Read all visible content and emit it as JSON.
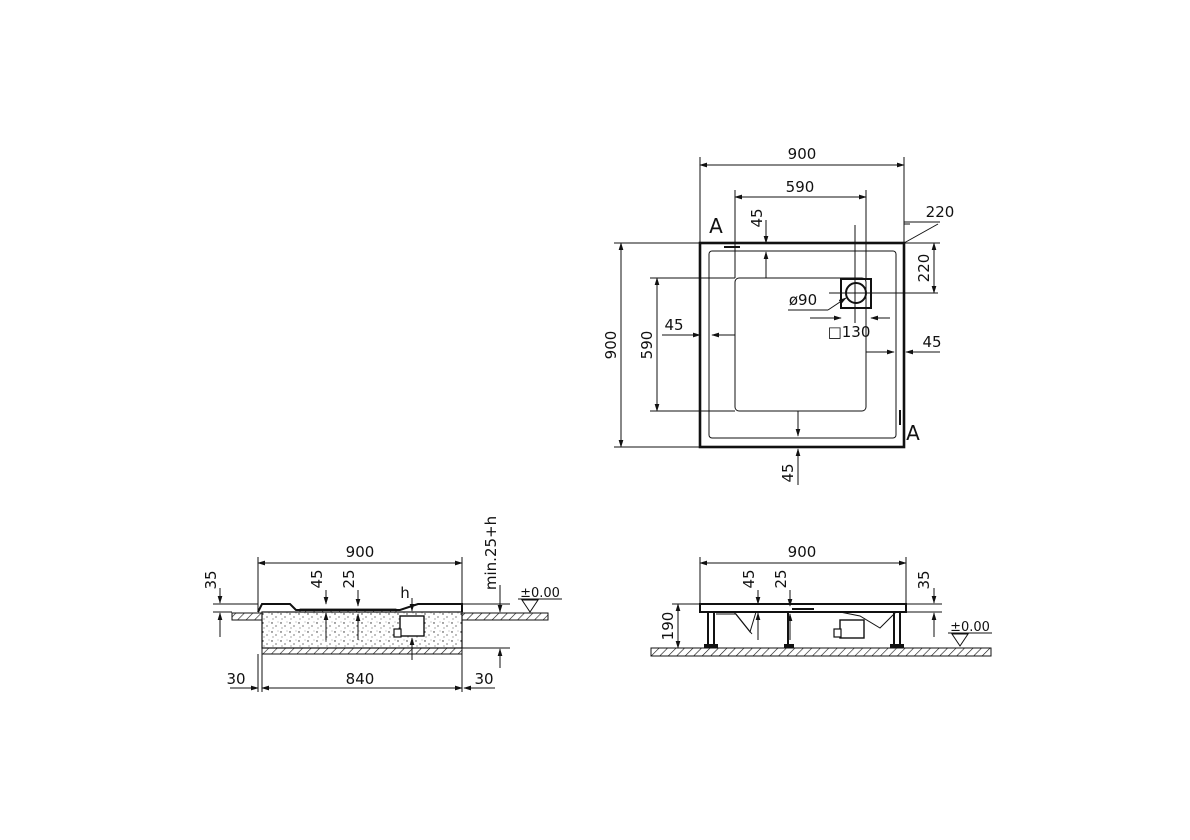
{
  "plan": {
    "overall_width": "900",
    "overall_depth": "900",
    "inner_width": "590",
    "inner_depth": "590",
    "rim_top": "45",
    "rim_left": "45",
    "rim_right": "45",
    "rim_bottom": "45",
    "drain_offset_x": "220",
    "drain_offset_y": "220",
    "drain_diameter": "ø90",
    "drain_box": "□130",
    "section_mark_top": "A",
    "section_mark_bottom": "A"
  },
  "section_installed": {
    "overall_width": "900",
    "rim": "45",
    "depth": "25",
    "trap_height": "h",
    "recess_depth": "min.25+h",
    "level": "±0.00",
    "edge_height": "35",
    "side_left": "30",
    "side_right": "30",
    "base_width": "840"
  },
  "section_legs": {
    "overall_width": "900",
    "rim": "45",
    "depth": "25",
    "edge_height": "35",
    "total_height": "190",
    "level": "±0.00"
  }
}
